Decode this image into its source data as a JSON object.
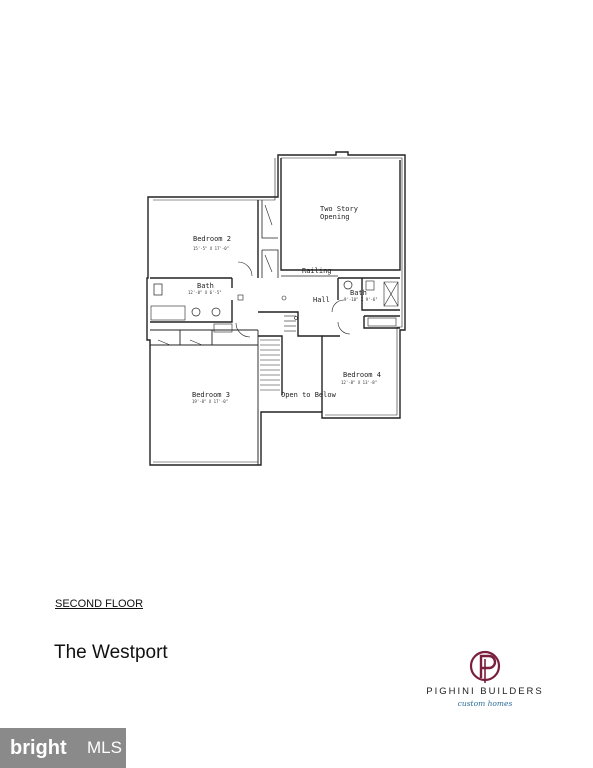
{
  "plan": {
    "rooms": {
      "two_story": [
        "Two Story",
        "Opening"
      ],
      "bedroom2": {
        "name": "Bedroom 2",
        "dims": "15'-5\" X 17'-0\""
      },
      "bath1": {
        "name": "Bath",
        "dims": "12'-0\" X 6'-5\""
      },
      "railing": "Railing",
      "hall": "Hall",
      "bath2": {
        "name": "Bath",
        "dims": "9'-10\" X 9'-6\""
      },
      "bedroom3": {
        "name": "Bedroom 3",
        "dims": "19'-8\" X 17'-0\""
      },
      "bedroom4": {
        "name": "Bedroom 4",
        "dims": "12'-8\" X 13'-8\""
      },
      "open_to_below": "Open to Below"
    }
  },
  "footer": {
    "floor_label": "SECOND FLOOR",
    "plan_name": "The Westport"
  },
  "brand": {
    "name": "PIGHINI BUILDERS",
    "tagline": "custom homes",
    "color": "#7a1f3d"
  },
  "watermark": {
    "text": "bright",
    "mls": "MLS"
  }
}
